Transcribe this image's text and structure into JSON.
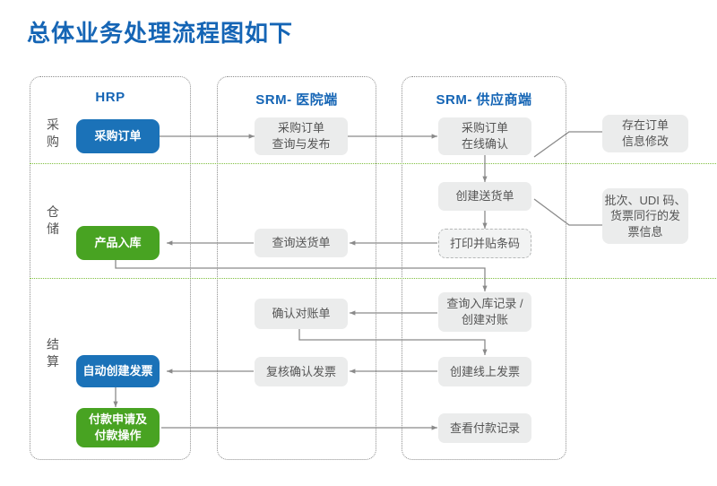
{
  "title": "总体业务处理流程图如下",
  "colors": {
    "title": "#1565b5",
    "lane_title": "#1565b5",
    "blue_node": "#1b72b8",
    "green_node": "#48a322",
    "gray_node": "#ebecec",
    "divider_green": "#7fbf3f",
    "lane_border": "#8d8d8d",
    "arrow": "#8a8a8a",
    "text_gray": "#555555"
  },
  "lanes": [
    {
      "id": "hrp",
      "title": "HRP"
    },
    {
      "id": "srm-hospital",
      "title": "SRM- 医院端"
    },
    {
      "id": "srm-supplier",
      "title": "SRM- 供应商端"
    }
  ],
  "phases": [
    {
      "id": "purchase",
      "label": "采\n购"
    },
    {
      "id": "warehouse",
      "label": "仓\n储"
    },
    {
      "id": "settlement",
      "label": "结\n算"
    }
  ],
  "nodes": {
    "purchase_order": "采购订单",
    "po_query_publish": "采购订单\n查询与发布",
    "po_online_confirm": "采购订单\n在线确认",
    "create_delivery_note": "创建送货单",
    "print_attach_barcode": "打印并贴条码",
    "query_delivery_note": "查询送货单",
    "product_inbound": "产品入库",
    "query_inbound_create_recon": "查询入库记录 /\n创建对账",
    "confirm_reconciliation": "确认对账单",
    "create_online_invoice": "创建线上发票",
    "review_confirm_invoice": "复核确认发票",
    "auto_create_invoice": "自动创建发票",
    "payment_request_ops": "付款申请及\n付款操作",
    "view_payment_record": "查看付款记录"
  },
  "notes": [
    {
      "id": "note-order-change",
      "text": "存在订单\n信息修改"
    },
    {
      "id": "note-batch-udi",
      "text": "批次、UDI 码、\n货票同行的发\n票信息"
    }
  ]
}
